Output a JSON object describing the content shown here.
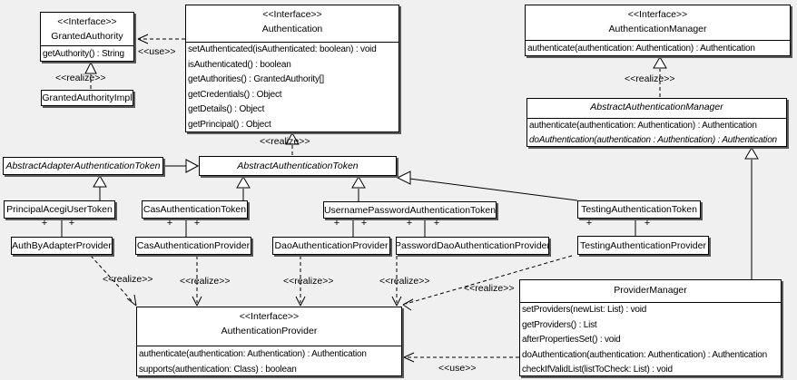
{
  "labels": {
    "use": "<<use>>",
    "realize": "<<realize>>",
    "plus": "+"
  },
  "nodes": {
    "granted_authority": {
      "stereotype": "<<Interface>>",
      "name": "GrantedAuthority",
      "methods": [
        "getAuthority() : String"
      ]
    },
    "granted_authority_impl": {
      "name": "GrantedAuthorityImpl"
    },
    "authentication": {
      "stereotype": "<<Interface>>",
      "name": "Authentication",
      "methods": [
        "setAuthenticated(isAuthenticated: boolean) : void",
        "isAuthenticated() : boolean",
        "getAuthorities() : GrantedAuthority[]",
        "getCredentials() : Object",
        "getDetails() : Object",
        "getPrincipal() : Object"
      ]
    },
    "authentication_manager": {
      "stereotype": "<<Interface>>",
      "name": "AuthenticationManager",
      "methods": [
        "authenticate(authentication: Authentication) : Authentication"
      ]
    },
    "abstract_authentication_manager": {
      "name": "AbstractAuthenticationManager",
      "methods": [
        "authenticate(authentication: Authentication) : Authentication",
        "doAuthentication(authentication : Authentication) : Authentication"
      ]
    },
    "abstract_adapter_authentication_token": {
      "name": "AbstractAdapterAuthenticationToken"
    },
    "abstract_authentication_token": {
      "name": "AbstractAuthenticationToken"
    },
    "principal_acegi_user_token": {
      "name": "PrincipalAcegiUserToken"
    },
    "cas_authentication_token": {
      "name": "CasAuthenticationToken"
    },
    "username_password_authentication_token": {
      "name": "UsernamePasswordAuthenticationToken"
    },
    "testing_authentication_token": {
      "name": "TestingAuthenticationToken"
    },
    "auth_by_adapter_provider": {
      "name": "AuthByAdapterProvider"
    },
    "cas_authentication_provider": {
      "name": "CasAuthenticationProvider"
    },
    "dao_authentication_provider": {
      "name": "DaoAuthenticationProvider"
    },
    "password_dao_authentication_provider": {
      "name": "PasswordDaoAuthenticationProvider"
    },
    "testing_authentication_provider": {
      "name": "TestingAuthenticationProvider"
    },
    "authentication_provider": {
      "stereotype": "<<Interface>>",
      "name": "AuthenticationProvider",
      "methods": [
        "authenticate(authentication: Authentication) : Authentication",
        "supports(authentication: Class) : boolean"
      ]
    },
    "provider_manager": {
      "name": "ProviderManager",
      "methods": [
        "setProviders(newList: List) : void",
        "getProviders() : List",
        "afterPropertiesSet() : void",
        "doAuthentication(authentication: Authentication) : Authentication",
        "checkIfValidList(listToCheck: List) : void"
      ]
    }
  }
}
